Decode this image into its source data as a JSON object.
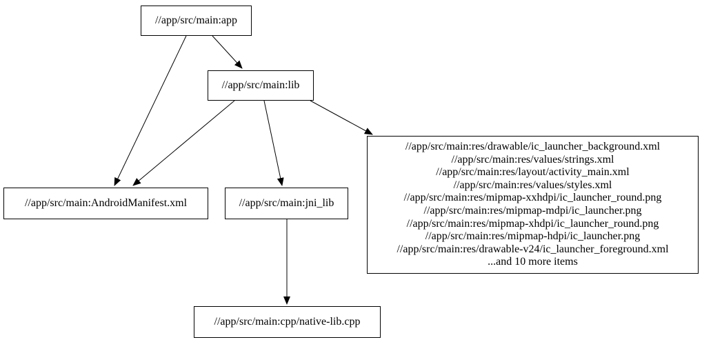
{
  "graph": {
    "nodes": {
      "app": {
        "label": "//app/src/main:app"
      },
      "lib": {
        "label": "//app/src/main:lib"
      },
      "manifest": {
        "label": "//app/src/main:AndroidManifest.xml"
      },
      "jni_lib": {
        "label": "//app/src/main:jni_lib"
      },
      "native": {
        "label": "//app/src/main:cpp/native-lib.cpp"
      },
      "res": {
        "lines": [
          "//app/src/main:res/drawable/ic_launcher_background.xml",
          "//app/src/main:res/values/strings.xml",
          "//app/src/main:res/layout/activity_main.xml",
          "//app/src/main:res/values/styles.xml",
          "//app/src/main:res/mipmap-xxhdpi/ic_launcher_round.png",
          "//app/src/main:res/mipmap-mdpi/ic_launcher.png",
          "//app/src/main:res/mipmap-xhdpi/ic_launcher_round.png",
          "//app/src/main:res/mipmap-hdpi/ic_launcher.png",
          "//app/src/main:res/drawable-v24/ic_launcher_foreground.xml",
          "...and 10 more items"
        ]
      }
    },
    "edges": [
      {
        "from": "//app/src/main:app",
        "to": "//app/src/main:lib"
      },
      {
        "from": "//app/src/main:app",
        "to": "//app/src/main:AndroidManifest.xml"
      },
      {
        "from": "//app/src/main:lib",
        "to": "//app/src/main:AndroidManifest.xml"
      },
      {
        "from": "//app/src/main:lib",
        "to": "//app/src/main:jni_lib"
      },
      {
        "from": "//app/src/main:lib",
        "to": "res-file-group"
      },
      {
        "from": "//app/src/main:jni_lib",
        "to": "//app/src/main:cpp/native-lib.cpp"
      }
    ],
    "colors": {
      "node_border": "#000000",
      "node_fill": "#ffffff",
      "edge": "#000000",
      "background": "#ffffff"
    }
  }
}
